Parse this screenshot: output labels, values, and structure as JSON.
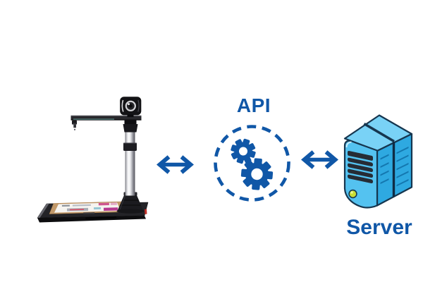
{
  "diagram": {
    "type": "integration-flow",
    "nodes": [
      {
        "id": "document-scanner",
        "icon": "document-scanner-icon",
        "label": ""
      },
      {
        "id": "api",
        "icon": "gears-in-dashed-circle-icon",
        "label": "API"
      },
      {
        "id": "server",
        "icon": "server-tower-icon",
        "label": "Server"
      }
    ],
    "connections": [
      {
        "from": "document-scanner",
        "to": "api",
        "style": "double-headed-arrow"
      },
      {
        "from": "api",
        "to": "server",
        "style": "double-headed-arrow"
      }
    ]
  },
  "colors": {
    "accent": "#1057a7",
    "server_top": "#79d2f6",
    "server_front": "#54c2f0",
    "server_side": "#2ea9e1",
    "server_outline": "#16364f",
    "server_vent": "#262c35",
    "led": "#c9dd33",
    "doc_tan": "#c2996a",
    "background": "#ffffff"
  }
}
